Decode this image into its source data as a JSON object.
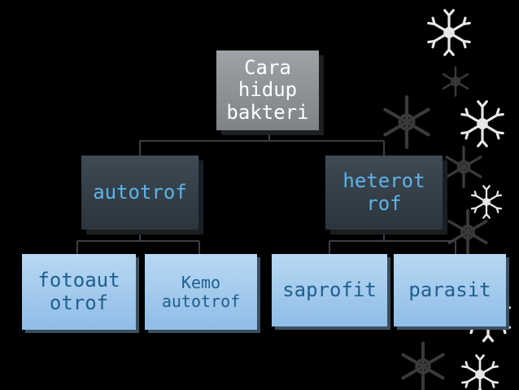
{
  "diagram": {
    "root": {
      "label": "Cara\nhidup\nbakteri"
    },
    "autotrof": {
      "label": "autotrof"
    },
    "heterotrof": {
      "label": "heterot\nrof"
    },
    "fotoautotrof": {
      "label": "fotoaut\notrof"
    },
    "kemoautotrof": {
      "label": "Kemo\nautotrof"
    },
    "saprofit": {
      "label": "saprofit"
    },
    "parasit": {
      "label": "parasit"
    }
  },
  "colors": {
    "background": "#000000",
    "root_box": "#8f9398",
    "level1_box": "#34404a",
    "level1_text": "#5fb3e8",
    "leaf_box": "#a6cdf0",
    "leaf_text": "#1f5f8e",
    "snowflake": "#e8e8e8"
  }
}
